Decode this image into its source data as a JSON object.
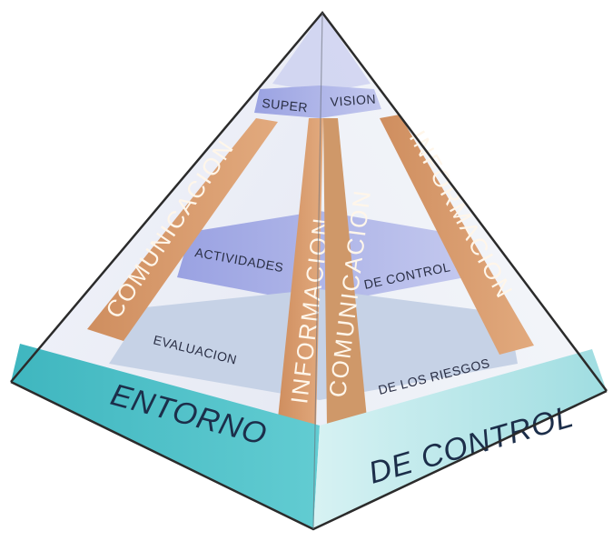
{
  "diagram": {
    "base": {
      "left_text": "ENTORNO",
      "right_text": "DE CONTROL",
      "colors": {
        "left": "#4fc3c9",
        "right": "#c6ecef"
      }
    },
    "levels": [
      {
        "left_text": "EVALUACION",
        "right_text": "DE LOS RIESGOS"
      },
      {
        "left_text": "ACTIVIDADES",
        "right_text": "DE CONTROL"
      },
      {
        "left_text": "SUPER",
        "right_text": "VISION"
      }
    ],
    "bands": {
      "left_edge": "COMUNICACION",
      "front_left": "INFORMACION",
      "front_right": "COMUNICACION",
      "right_edge": "INFORMACION",
      "color": "#d79a6c"
    },
    "plane_color": "#a8aee6"
  }
}
